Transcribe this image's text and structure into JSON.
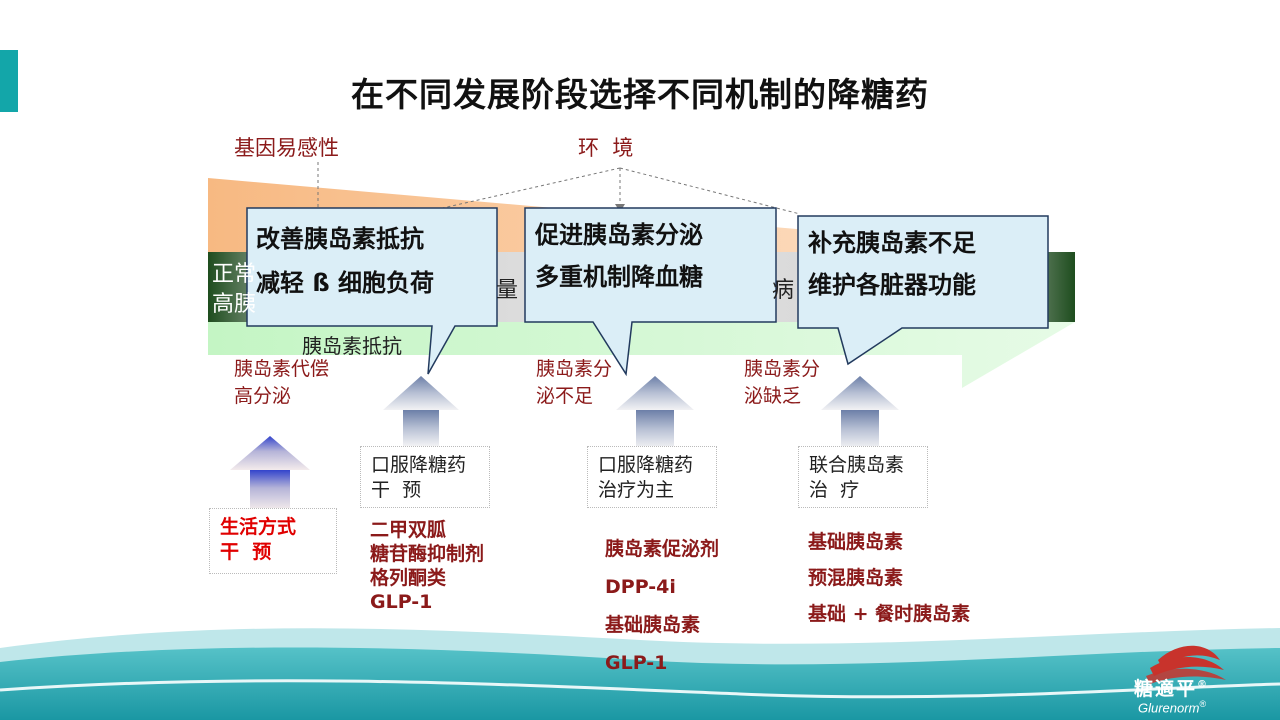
{
  "title": "在不同发展阶段选择不同机制的降糖药",
  "top_labels": {
    "gene": "基因易感性",
    "environment": "环  境"
  },
  "main_bar": {
    "left_line1": "正常",
    "left_line2": "高胰",
    "middle_fragment1": "量",
    "middle_fragment2": "病",
    "resistance_label": "胰岛素抵抗"
  },
  "stages": [
    {
      "label": "胰岛素代偿\n高分泌"
    },
    {
      "label": "胰岛素分\n泌不足"
    },
    {
      "label": "胰岛素分\n泌缺乏"
    }
  ],
  "callouts": [
    {
      "line1": "改善胰岛素抵抗",
      "line2": "减轻 ß 细胞负荷"
    },
    {
      "line1": "促进胰岛素分泌",
      "line2": "多重机制降血糖"
    },
    {
      "line1": "补充胰岛素不足",
      "line2": "维护各脏器功能"
    }
  ],
  "treatments": [
    {
      "box": "生活方式\n干  预",
      "drugs": []
    },
    {
      "box": "口服降糖药\n干  预",
      "drugs": [
        "二甲双胍",
        "糖苷酶抑制剂",
        "格列酮类",
        "GLP-1"
      ]
    },
    {
      "box": "口服降糖药\n治疗为主",
      "drugs": [
        "胰岛素促泌剂",
        "DPP-4i",
        "基础胰岛素",
        "GLP-1"
      ]
    },
    {
      "box": "联合胰岛素\n治  疗",
      "drugs": [
        "基础胰岛素",
        "预混胰岛素",
        "基础 + 餐时胰岛素"
      ]
    }
  ],
  "brand": {
    "name": "糖適平",
    "registered": "®",
    "latin": "Glurenorm",
    "latin_registered": "®"
  },
  "colors": {
    "accent": "#13a6a9",
    "dark_red": "#8b1a1a",
    "bright_red": "#e00000",
    "callout_fill": "#dbeef7",
    "callout_stroke": "#223a5e",
    "wave_teal": "#2aa9b4"
  }
}
